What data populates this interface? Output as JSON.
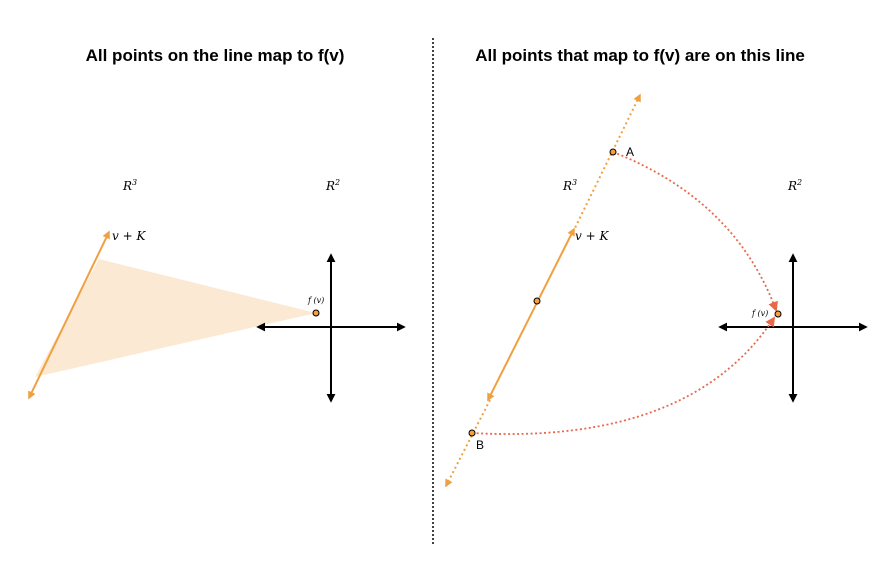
{
  "left_panel": {
    "title": "All points on the line map to f(v)",
    "domain_label": "R",
    "domain_exp": "3",
    "codomain_label": "R",
    "codomain_exp": "2",
    "line_label": "v + K",
    "image_label": "f (v)"
  },
  "right_panel": {
    "title": "All points that map to f(v) are on this line",
    "domain_label": "R",
    "domain_exp": "3",
    "codomain_label": "R",
    "codomain_exp": "2",
    "line_label": "v + K",
    "image_label": "f (v)",
    "point_a": "A",
    "point_b": "B"
  },
  "colors": {
    "line_orange": "#F0A040",
    "wedge_fill": "#FCE9D4",
    "arrow_red": "#E8694A",
    "axis": "#000000",
    "point_fill": "#F5A03C"
  }
}
